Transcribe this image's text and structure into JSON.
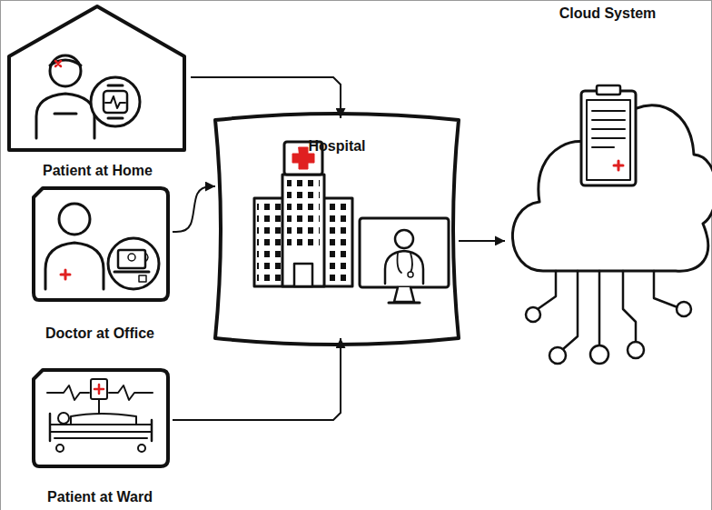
{
  "diagram": {
    "nodes": [
      {
        "text": [
          "Patient at Home"
        ]
      },
      {
        "text": [
          "Doctor at Office"
        ]
      },
      {
        "text": [
          "Patient at Ward"
        ]
      },
      {
        "text": [
          "Hospital"
        ]
      },
      {
        "text": [
          "Cloud System"
        ]
      }
    ],
    "edges": [
      {
        "from": 0,
        "to": 3,
        "arrow": "to"
      },
      {
        "from": 1,
        "to": 3,
        "arrow": "to"
      },
      {
        "from": 2,
        "to": 3,
        "arrow": "to"
      },
      {
        "from": 3,
        "to": 4,
        "arrow": "to"
      }
    ]
  }
}
